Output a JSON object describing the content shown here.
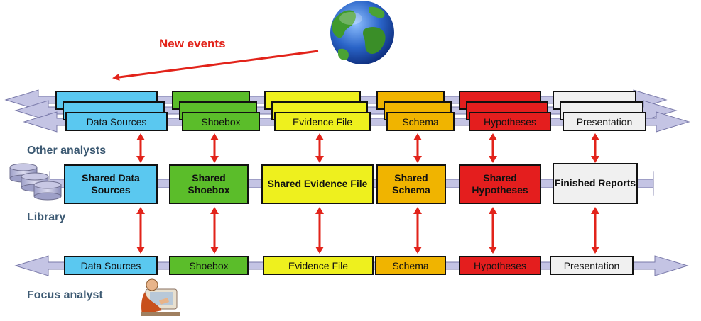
{
  "colors": {
    "data_sources": "#5ac8f0",
    "shoebox": "#5bbd2a",
    "evidence_file": "#eef01e",
    "schema": "#f0b400",
    "hypotheses": "#e41e1e",
    "presentation": "#f0f0f0",
    "arrow_red": "#e2231a",
    "label_blue": "#3d5a73",
    "track": "#c4c4e4"
  },
  "icons": {
    "globe": "globe-icon",
    "database": "database-icon",
    "analyst": "analyst-icon"
  },
  "title_note": "New events",
  "other_analysts": {
    "label": "Other analysts",
    "stages": [
      "Data Sources",
      "Shoebox",
      "Evidence File",
      "Schema",
      "Hypotheses",
      "Presentation"
    ]
  },
  "library": {
    "label": "Library",
    "stages": [
      "Shared Data Sources",
      "Shared Shoebox",
      "Shared Evidence File",
      "Shared Schema",
      "Shared Hypotheses",
      "Finished Reports"
    ]
  },
  "focus_analyst": {
    "label": "Focus analyst",
    "stages": [
      "Data Sources",
      "Shoebox",
      "Evidence File",
      "Schema",
      "Hypotheses",
      "Presentation"
    ]
  }
}
